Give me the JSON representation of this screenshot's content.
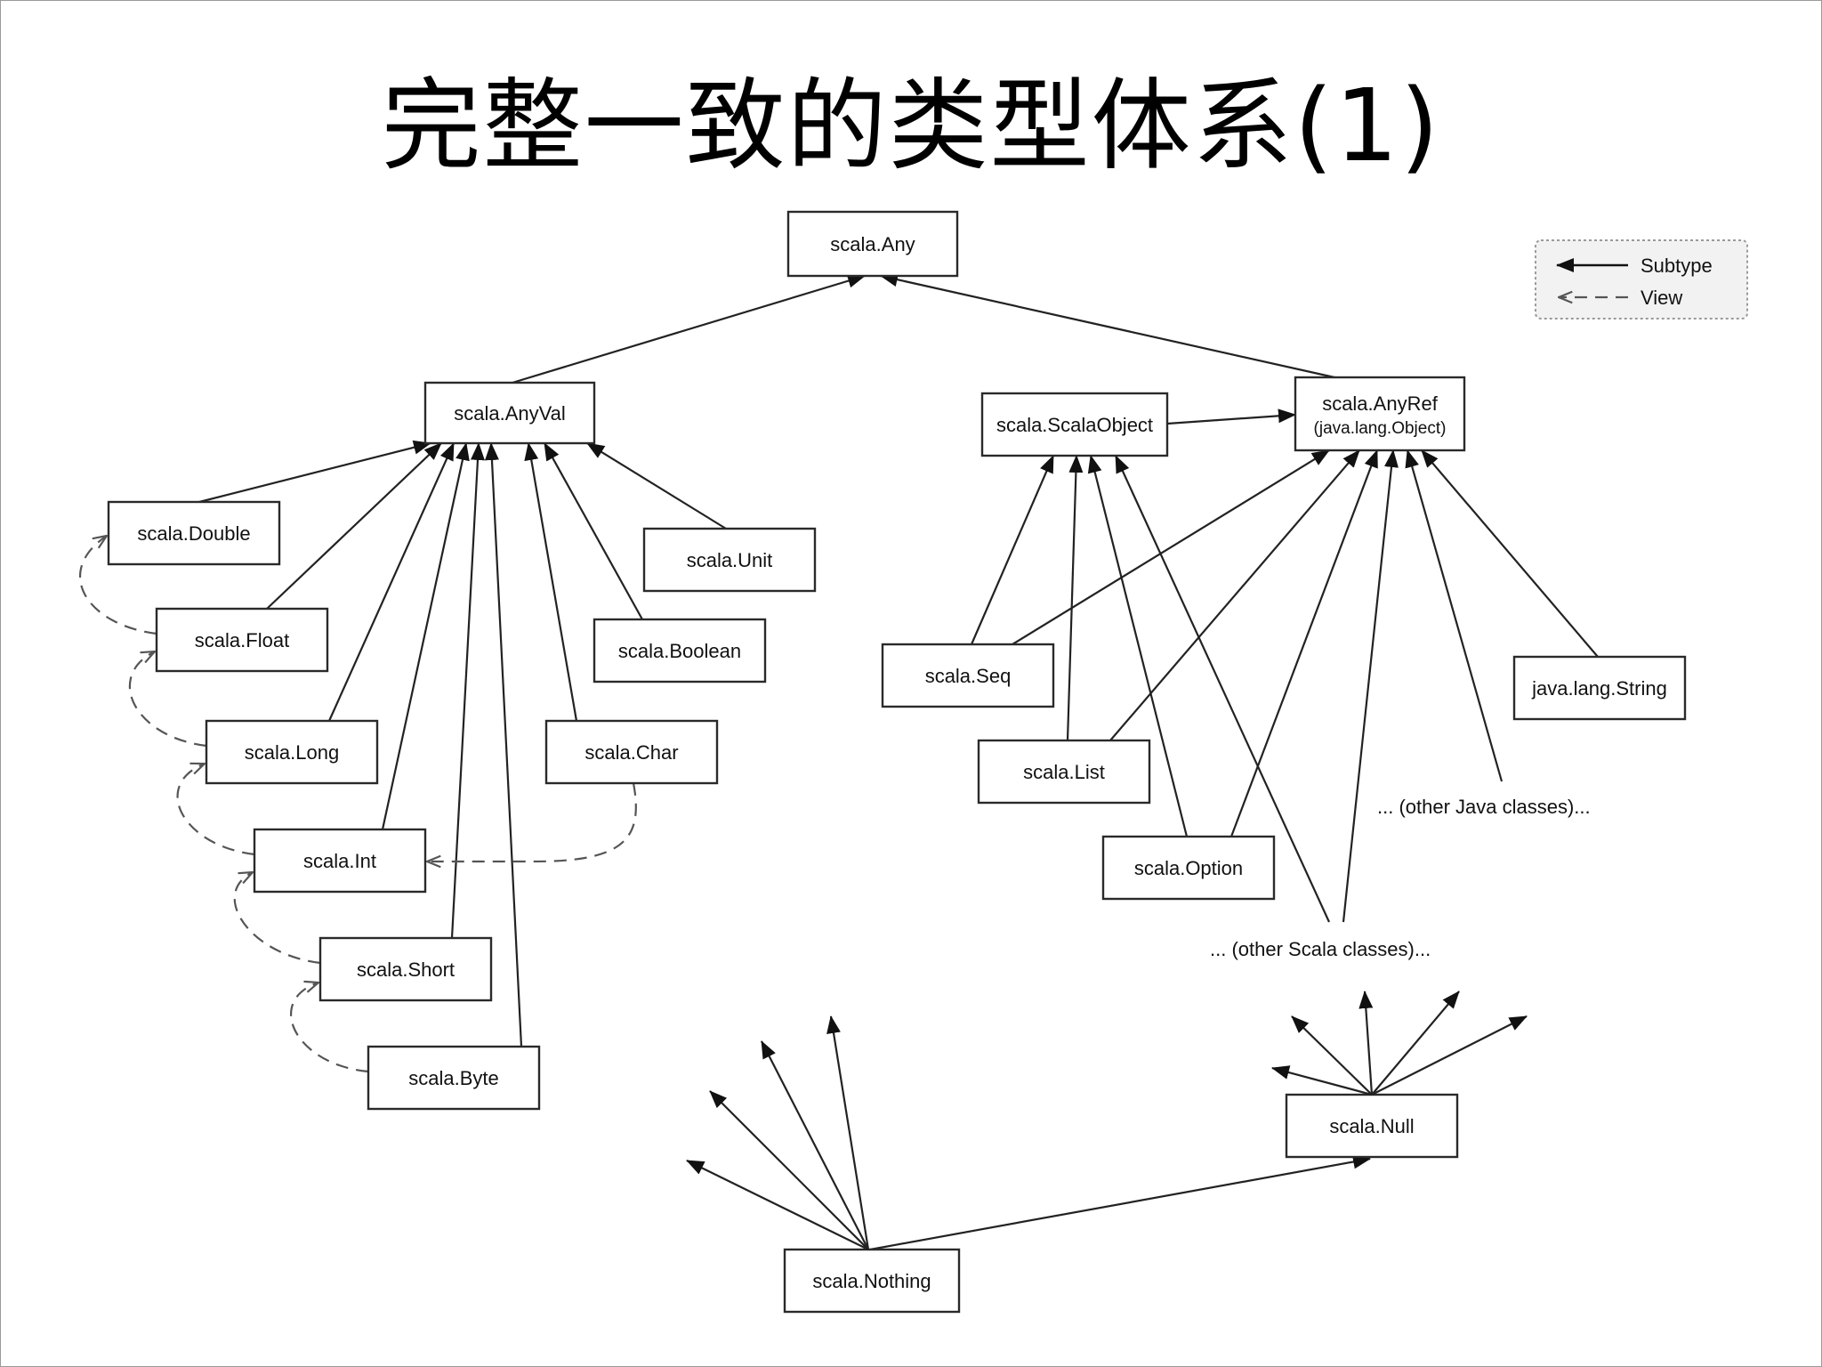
{
  "title": "完整一致的类型体系(1)",
  "legend": {
    "subtype": "Subtype",
    "view": "View"
  },
  "nodes": [
    {
      "id": "any",
      "lines": [
        "scala.Any"
      ]
    },
    {
      "id": "anyval",
      "lines": [
        "scala.AnyVal"
      ]
    },
    {
      "id": "scalaobject",
      "lines": [
        "scala.ScalaObject"
      ]
    },
    {
      "id": "anyref",
      "lines": [
        "scala.AnyRef",
        "(java.lang.Object)"
      ]
    },
    {
      "id": "double",
      "lines": [
        "scala.Double"
      ]
    },
    {
      "id": "unit",
      "lines": [
        "scala.Unit"
      ]
    },
    {
      "id": "float",
      "lines": [
        "scala.Float"
      ]
    },
    {
      "id": "boolean",
      "lines": [
        "scala.Boolean"
      ]
    },
    {
      "id": "long",
      "lines": [
        "scala.Long"
      ]
    },
    {
      "id": "char",
      "lines": [
        "scala.Char"
      ]
    },
    {
      "id": "int",
      "lines": [
        "scala.Int"
      ]
    },
    {
      "id": "short",
      "lines": [
        "scala.Short"
      ]
    },
    {
      "id": "byte",
      "lines": [
        "scala.Byte"
      ]
    },
    {
      "id": "seq",
      "lines": [
        "scala.Seq"
      ]
    },
    {
      "id": "list",
      "lines": [
        "scala.List"
      ]
    },
    {
      "id": "option",
      "lines": [
        "scala.Option"
      ]
    },
    {
      "id": "string",
      "lines": [
        "java.lang.String"
      ]
    },
    {
      "id": "null",
      "lines": [
        "scala.Null"
      ]
    },
    {
      "id": "nothing",
      "lines": [
        "scala.Nothing"
      ]
    }
  ],
  "labels": {
    "other_java": "... (other Java classes)...",
    "other_scala": "... (other Scala classes)..."
  },
  "subtype_edges": [
    [
      "anyval",
      "any"
    ],
    [
      "anyref",
      "any"
    ],
    [
      "scalaobject",
      "anyref"
    ],
    [
      "double",
      "anyval"
    ],
    [
      "float",
      "anyval"
    ],
    [
      "long",
      "anyval"
    ],
    [
      "int",
      "anyval"
    ],
    [
      "short",
      "anyval"
    ],
    [
      "byte",
      "anyval"
    ],
    [
      "char",
      "anyval"
    ],
    [
      "boolean",
      "anyval"
    ],
    [
      "unit",
      "anyval"
    ],
    [
      "seq",
      "scalaobject"
    ],
    [
      "list",
      "scalaobject"
    ],
    [
      "option",
      "scalaobject"
    ],
    [
      "other_scala",
      "scalaobject"
    ],
    [
      "seq",
      "anyref"
    ],
    [
      "list",
      "anyref"
    ],
    [
      "option",
      "anyref"
    ],
    [
      "other_scala",
      "anyref"
    ],
    [
      "string",
      "anyref"
    ],
    [
      "other_java",
      "anyref"
    ],
    [
      "nothing",
      "null"
    ]
  ],
  "view_edges": [
    [
      "float",
      "double"
    ],
    [
      "long",
      "float"
    ],
    [
      "int",
      "long"
    ],
    [
      "short",
      "int"
    ],
    [
      "byte",
      "short"
    ],
    [
      "char",
      "int"
    ]
  ]
}
